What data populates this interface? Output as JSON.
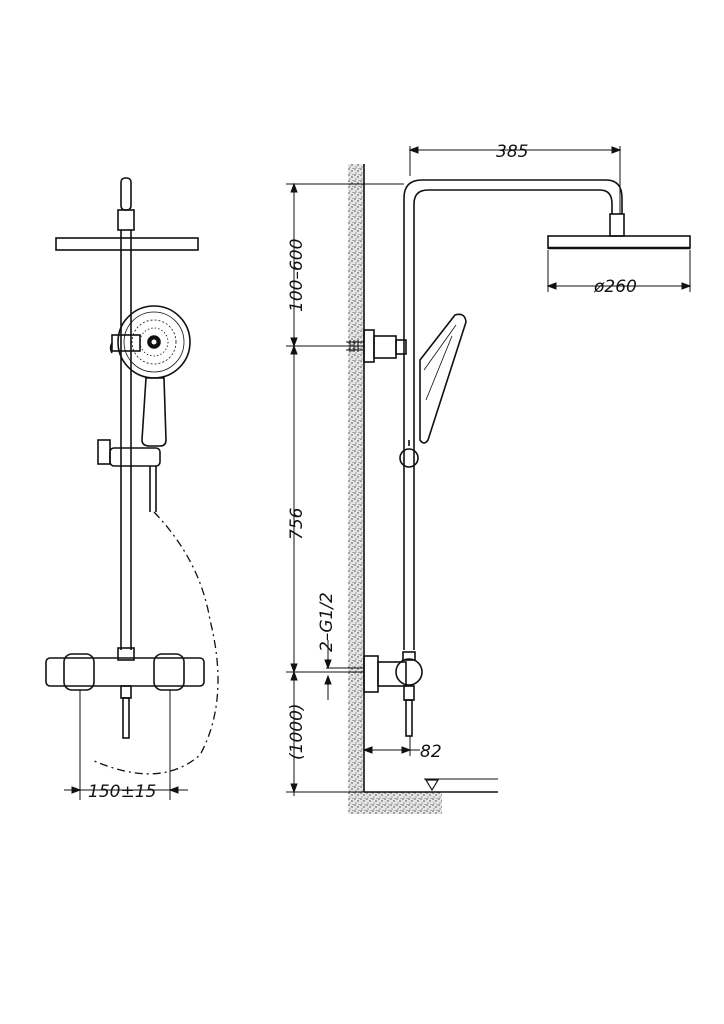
{
  "dimensions": {
    "arm_reach": "385",
    "head_diameter": "ø260",
    "height_adjust": "100–600",
    "rail_length": "756",
    "inlet_thread": "2–G1/2",
    "mixer_height": "(1000)",
    "wall_offset": "82",
    "inlet_spacing": "150±15"
  },
  "colors": {
    "line": "#111111",
    "wall_fill": "#cfcfcf"
  }
}
